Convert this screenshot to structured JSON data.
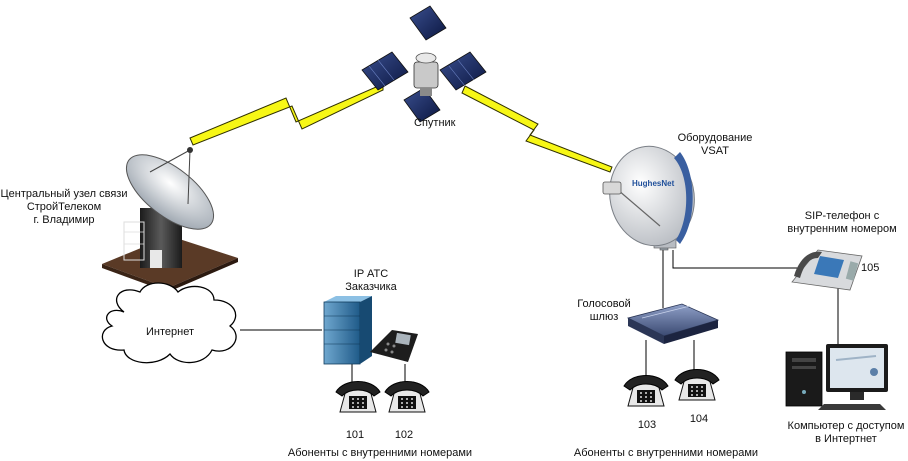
{
  "satellite": {
    "label": "Спутник"
  },
  "hub": {
    "line1": "Центральный узел связи",
    "line2": "СтройТелеком",
    "line3": "г. Владимир"
  },
  "internet": {
    "label": "Интернет"
  },
  "pbx": {
    "line1": "IP АТС",
    "line2": "Заказчика"
  },
  "vsat": {
    "line1": "Оборудование",
    "line2": "VSAT",
    "brand": "HughesNet"
  },
  "gateway": {
    "line1": "Голосовой",
    "line2": "шлюз"
  },
  "sip_phone": {
    "line1": "SIP-телефон с",
    "line2": "внутренним номером",
    "number": "105"
  },
  "computer": {
    "line1": "Компьютер с доступом",
    "line2": "в Интертнет"
  },
  "phones_left": {
    "numbers": [
      "101",
      "102"
    ],
    "caption": "Абоненты с внутренними номерами"
  },
  "phones_right": {
    "numbers": [
      "103",
      "104"
    ],
    "caption": "Абоненты с внутренними номерами"
  },
  "colors": {
    "link": "#f7f716",
    "link_outline": "#303000",
    "cable": "#000000",
    "pbx": "#2d6f9e",
    "gateway": "#5a6f9a"
  }
}
